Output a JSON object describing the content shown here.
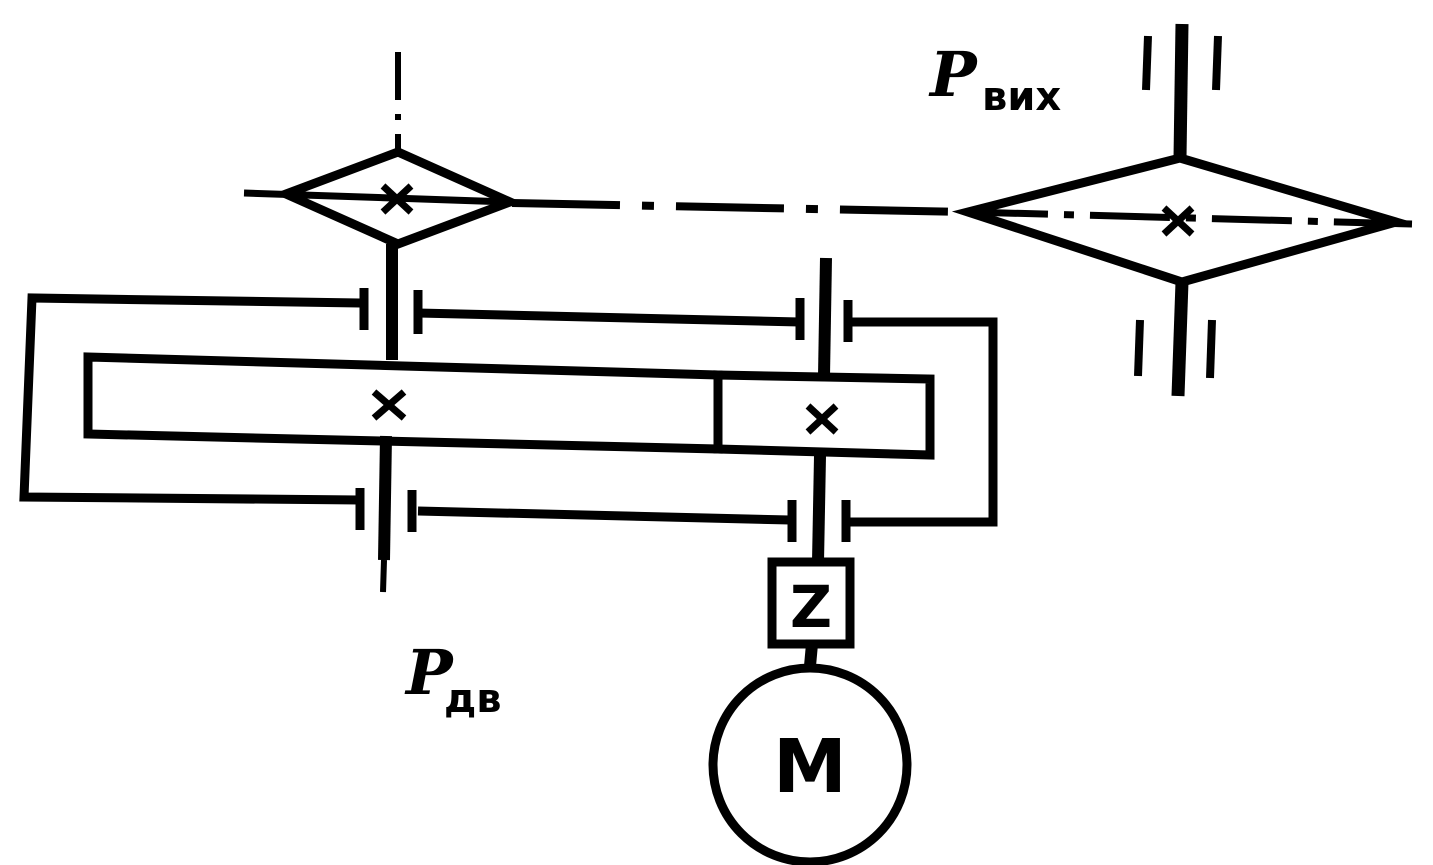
{
  "labels": {
    "output_power_main": "P",
    "output_power_sub": "вих",
    "motor_power_main": "P",
    "motor_power_sub": "дв",
    "coupling_letter": "Z",
    "motor_letter": "M"
  },
  "colors": {
    "ink": "#000000",
    "background": "#ffffff"
  }
}
